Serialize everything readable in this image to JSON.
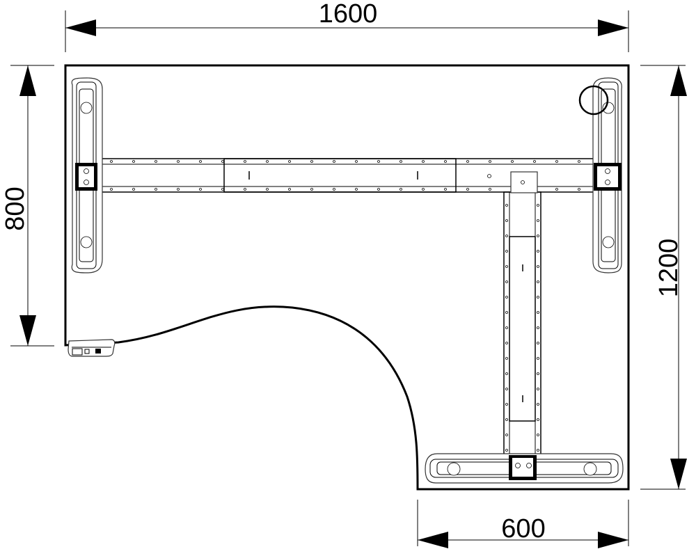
{
  "dimensions": {
    "top_width": "1600",
    "left_depth": "800",
    "right_depth": "1200",
    "bottom_width": "600"
  }
}
